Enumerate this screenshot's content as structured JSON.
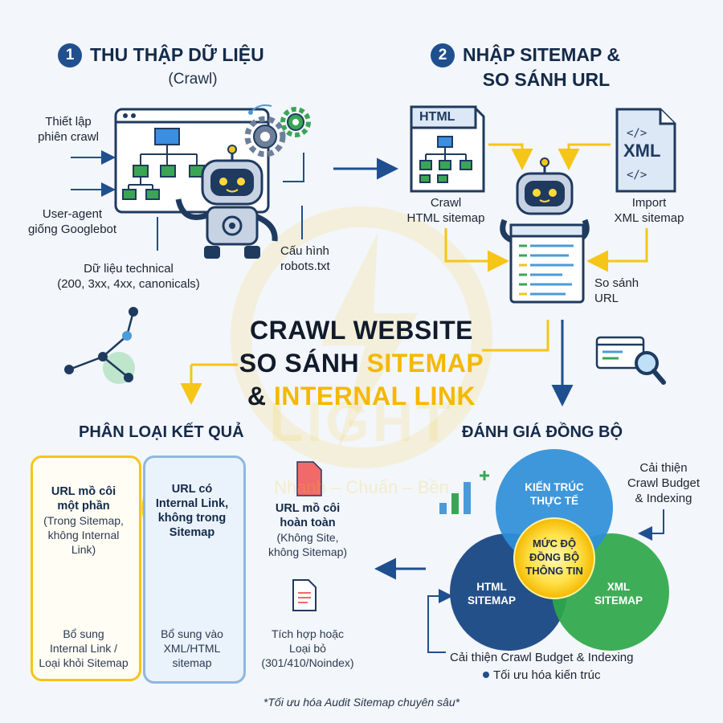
{
  "step1": {
    "number": "1",
    "title": "THU THẬP DỮ LIỆU",
    "subtitle": "(Crawl)"
  },
  "step2": {
    "number": "2",
    "title_line1": "NHẬP SITEMAP &",
    "title_line2": "SO SÁNH URL"
  },
  "crawl_labels": {
    "setup_line1": "Thiết lập",
    "setup_line2": "phiên crawl",
    "ua_line1": "User-agent",
    "ua_line2": "giống Googlebot",
    "technical_line1": "Dữ liệu technical",
    "technical_line2": "(200, 3xx, 4xx, canonicals)",
    "robots_line1": "Cấu hình",
    "robots_line2": "robots.txt"
  },
  "sitemap_labels": {
    "html_tag": "HTML",
    "xml_tag": "XML",
    "crawl_html_line1": "Crawl",
    "crawl_html_line2": "HTML sitemap",
    "import_xml_line1": "Import",
    "import_xml_line2": "XML sitemap",
    "compare_line1": "So sánh",
    "compare_line2": "URL"
  },
  "main_title": {
    "line1": "CRAWL WEBSITE",
    "line2a": "SO SÁNH ",
    "line2b": "SITEMAP",
    "line3a": "& ",
    "line3b": "INTERNAL LINK"
  },
  "classify": {
    "title": "PHÂN LOẠI KẾT QUẢ",
    "card1": {
      "title_line1": "URL mồ côi",
      "title_line2": "một phần",
      "desc_line1": "(Trong Sitemap,",
      "desc_line2": "không Internal",
      "desc_line3": "Link)",
      "action_line1": "Bổ sung",
      "action_line2": "Internal Link /",
      "action_line3": "Loại khỏi Sitemap"
    },
    "card2": {
      "title_line1": "URL có",
      "title_line2": "Internal Link,",
      "title_line3": "không trong",
      "title_line4": "Sitemap",
      "action_line1": "Bổ sung vào",
      "action_line2": "XML/HTML",
      "action_line3": "sitemap"
    },
    "card3": {
      "title_line1": "URL mồ côi",
      "title_line2": "hoàn toàn",
      "desc_line1": "(Không Site,",
      "desc_line2": "không Sitemap)",
      "action_line1": "Tích hợp hoặc",
      "action_line2": "Loại bỏ",
      "action_line3": "(301/410/Noindex)"
    }
  },
  "sync": {
    "title": "ĐÁNH GIÁ ĐỒNG BỘ",
    "venn_top_line1": "KIẾN TRÚC",
    "venn_top_line2": "THỰC TẾ",
    "venn_left_line1": "HTML",
    "venn_left_line2": "SITEMAP",
    "venn_right_line1": "XML",
    "venn_right_line2": "SITEMAP",
    "venn_center_line1": "MỨC ĐỘ",
    "venn_center_line2": "ĐỒNG BỘ",
    "venn_center_line3": "THÔNG TIN",
    "improve_line1": "Cải thiện",
    "improve_line2": "Crawl Budget",
    "improve_line3": "& Indexing",
    "improve_bottom": "Cải thiện Crawl Budget & Indexing",
    "optimize_bottom": "Tối ưu hóa kiến trúc"
  },
  "watermark": {
    "brand": "LIGHT",
    "tagline": "Nhanh – Chuẩn – Bền"
  },
  "footer": "*Tối ưu hóa Audit Sitemap chuyên sâu*",
  "colors": {
    "navy": "#1f4f8f",
    "yellow": "#f5c518",
    "green": "#2ea84a",
    "blue": "#2f8fd8"
  }
}
